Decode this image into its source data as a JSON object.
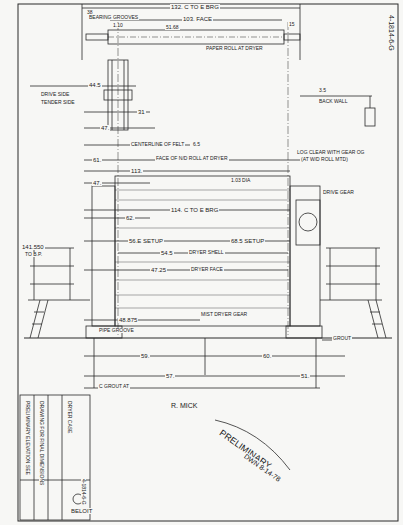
{
  "diagram": {
    "labels": [
      "4-1814-6-G",
      "132. C TO E BRG",
      "38",
      "BEARING GROOVES",
      "1.10",
      "103. FACE",
      "51.68",
      "15",
      "PAPER ROLL AT DRYER",
      "44.5",
      "DRIVE SIDE",
      "TENDER SIDE",
      "BACK WALL",
      "3.5",
      "31",
      "47.",
      "CENTERLINE OF FELT",
      "6.5",
      "61.",
      "FACE OF N/D ROLL AT DRYER",
      "113.",
      "47.",
      "1.03 DIA",
      "114. C TO E BRG",
      "62.",
      "DRIVE GEAR",
      "56.E SETUP",
      "68.5 SETUP",
      "54.5",
      "DRYER SHELL",
      "47.25",
      "DRYER FACE",
      "LOG CLEAR WITH GEAR OG",
      "(AT W/D ROLL MTD)",
      "141.550",
      "TO B.P.",
      "MIST DRYER GEAR",
      "48.875",
      "PIPE GROOVE",
      "59.",
      "60.",
      "C GROUT AT",
      "57.",
      "51.",
      "GROUT",
      "R. MICK",
      "PRELIMINARY",
      "DWN 8-14-78",
      "BELOIT",
      "4-1814-6-G",
      "DRYER CASE",
      "PRELIMINARY ELEVATION SEE",
      "DRAWING FOR FINAL DIMENSIONS"
    ]
  }
}
